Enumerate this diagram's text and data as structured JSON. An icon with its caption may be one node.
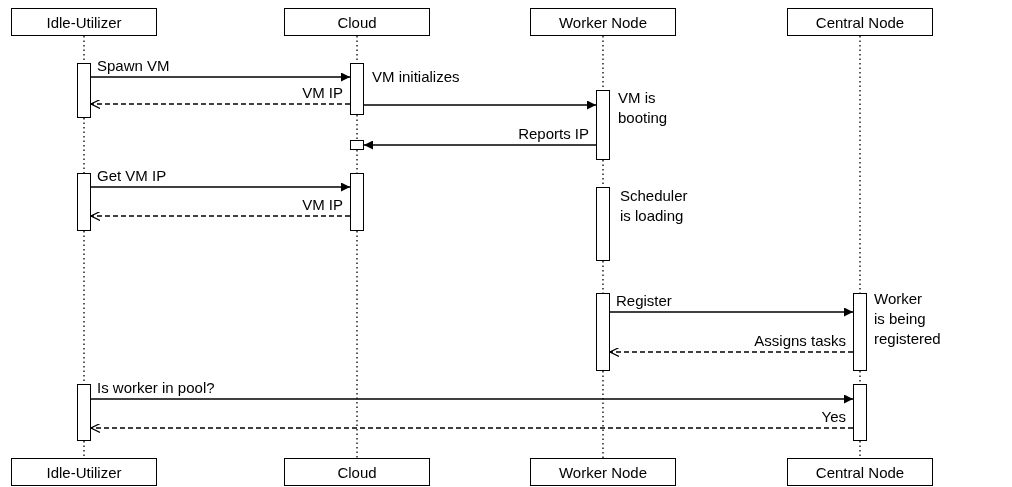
{
  "diagram": {
    "nodes": [
      {
        "text": [
          "Idle-Utilizer"
        ]
      },
      {
        "text": [
          "Cloud"
        ]
      },
      {
        "text": [
          "Worker Node"
        ]
      },
      {
        "text": [
          "Central Node"
        ]
      },
      {
        "text": [],
        "shape": "bar"
      },
      {
        "text": [],
        "shape": "bar",
        "beside": [
          "VM initializes"
        ]
      },
      {
        "text": [],
        "shape": "bar",
        "beside": [
          "VM is booting"
        ]
      },
      {
        "text": [],
        "shape": "bar"
      },
      {
        "text": [],
        "shape": "bar"
      },
      {
        "text": [],
        "shape": "bar"
      },
      {
        "text": [],
        "shape": "bar",
        "beside": [
          "Scheduler is loading"
        ]
      },
      {
        "text": [],
        "shape": "bar"
      },
      {
        "text": [],
        "shape": "bar",
        "beside": [
          "Worker is being registered"
        ]
      },
      {
        "text": [],
        "shape": "bar"
      },
      {
        "text": [],
        "shape": "bar"
      },
      {
        "text": [
          "Idle-Utilizer"
        ]
      },
      {
        "text": [
          "Cloud"
        ]
      },
      {
        "text": [
          "Worker Node"
        ]
      },
      {
        "text": [
          "Central Node"
        ]
      }
    ],
    "edges": [
      {
        "from": 0,
        "to": 4,
        "arrow": "none",
        "style": "dashed"
      },
      {
        "from": 4,
        "to": 8,
        "arrow": "none",
        "style": "dashed"
      },
      {
        "from": 8,
        "to": 13,
        "arrow": "none",
        "style": "dashed"
      },
      {
        "from": 13,
        "to": 15,
        "arrow": "none",
        "style": "dashed"
      },
      {
        "from": 1,
        "to": 5,
        "arrow": "none",
        "style": "dashed"
      },
      {
        "from": 5,
        "to": 7,
        "arrow": "none",
        "style": "dashed"
      },
      {
        "from": 7,
        "to": 9,
        "arrow": "none",
        "style": "dashed"
      },
      {
        "from": 9,
        "to": 16,
        "arrow": "none",
        "style": "dashed"
      },
      {
        "from": 2,
        "to": 6,
        "arrow": "none",
        "style": "dashed"
      },
      {
        "from": 6,
        "to": 10,
        "arrow": "none",
        "style": "dashed"
      },
      {
        "from": 10,
        "to": 11,
        "arrow": "none",
        "style": "dashed"
      },
      {
        "from": 11,
        "to": 17,
        "arrow": "none",
        "style": "dashed"
      },
      {
        "from": 3,
        "to": 12,
        "arrow": "none",
        "style": "dashed"
      },
      {
        "from": 12,
        "to": 14,
        "arrow": "none",
        "style": "dashed"
      },
      {
        "from": 14,
        "to": 18,
        "arrow": "none",
        "style": "dashed"
      },
      {
        "from": 4,
        "to": 5,
        "arrow": "to",
        "label": "Spawn VM"
      },
      {
        "from": 5,
        "to": 4,
        "arrow": "to",
        "label": "VM IP",
        "style": "dashed"
      },
      {
        "from": 5,
        "to": 6,
        "arrow": "to"
      },
      {
        "from": 6,
        "to": 7,
        "arrow": "to",
        "label": "Reports IP"
      },
      {
        "from": 8,
        "to": 9,
        "arrow": "to",
        "label": "Get VM IP"
      },
      {
        "from": 9,
        "to": 8,
        "arrow": "to",
        "label": "VM IP",
        "style": "dashed"
      },
      {
        "from": 11,
        "to": 12,
        "arrow": "to",
        "label": "Register"
      },
      {
        "from": 12,
        "to": 11,
        "arrow": "to",
        "label": "Assigns tasks",
        "style": "dashed"
      },
      {
        "from": 13,
        "to": 14,
        "arrow": "to",
        "label": "Is worker in pool?"
      },
      {
        "from": 14,
        "to": 13,
        "arrow": "to",
        "label": "Yes",
        "style": "dashed"
      }
    ]
  }
}
